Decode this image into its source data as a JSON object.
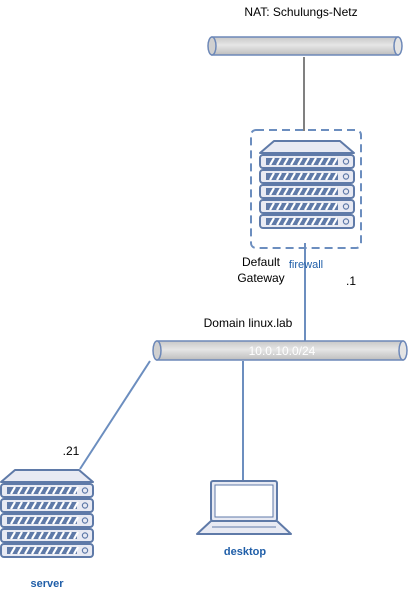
{
  "title": "NAT: Schulungs-Netz",
  "nodes": {
    "firewall": {
      "label": "firewall",
      "gateway_line1": "Default",
      "gateway_line2": "Gateway",
      "ip_suffix": ".1",
      "icon": "server-rack-icon"
    },
    "server": {
      "label": "server",
      "ip_suffix": ".21",
      "icon": "server-rack-icon"
    },
    "desktop": {
      "label": "desktop",
      "icon": "laptop-icon"
    }
  },
  "networks": {
    "nat": {
      "label": ""
    },
    "lan": {
      "domain": "Domain linux.lab",
      "subnet": "10.0.10.0/24"
    }
  },
  "colors": {
    "line": "#6c8ebf",
    "pipe_fill": "#d4d4d4",
    "pipe_stroke": "#6d88b8",
    "device_body": "#e8eaf3",
    "device_stroke": "#5f7aa8",
    "label_blue": "#1f5ea8",
    "text": "#000000"
  }
}
